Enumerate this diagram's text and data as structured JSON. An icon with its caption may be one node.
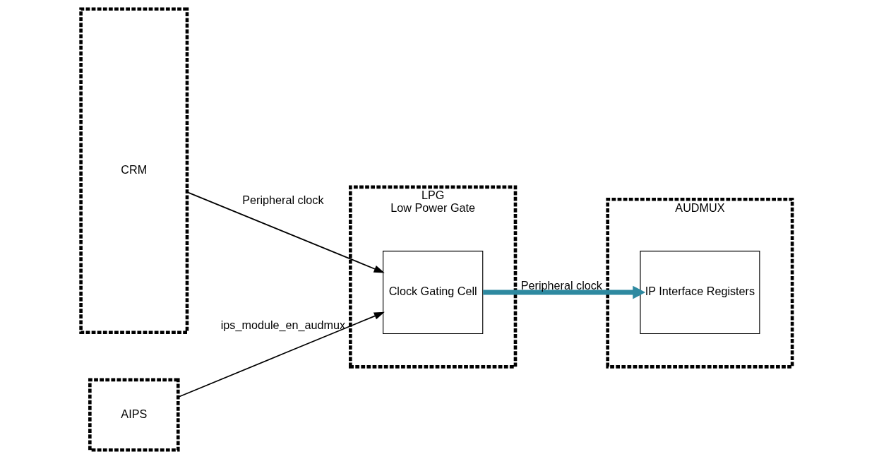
{
  "diagram": {
    "nodes": [
      {
        "text": [
          "CRM"
        ]
      },
      {
        "text": [
          "AIPS"
        ]
      },
      {
        "text": [
          "LPG",
          "Low Power Gate"
        ]
      },
      {
        "text": [
          "Clock Gating Cell"
        ],
        "in": 2
      },
      {
        "text": [
          "AUDMUX"
        ]
      },
      {
        "text": [
          "IP Interface Registers"
        ],
        "in": 4
      }
    ],
    "edges": [
      {
        "from": 1,
        "to": 3,
        "arrow": "to",
        "label": "ips_module_en_audmux"
      },
      {
        "from": 0,
        "to": 3,
        "arrow": "to",
        "label": "Peripheral clock"
      },
      {
        "from": 3,
        "to": 5,
        "arrow": "to",
        "label": "Peripheral clock",
        "style": "thick",
        "color": "#2e89a0"
      }
    ]
  }
}
